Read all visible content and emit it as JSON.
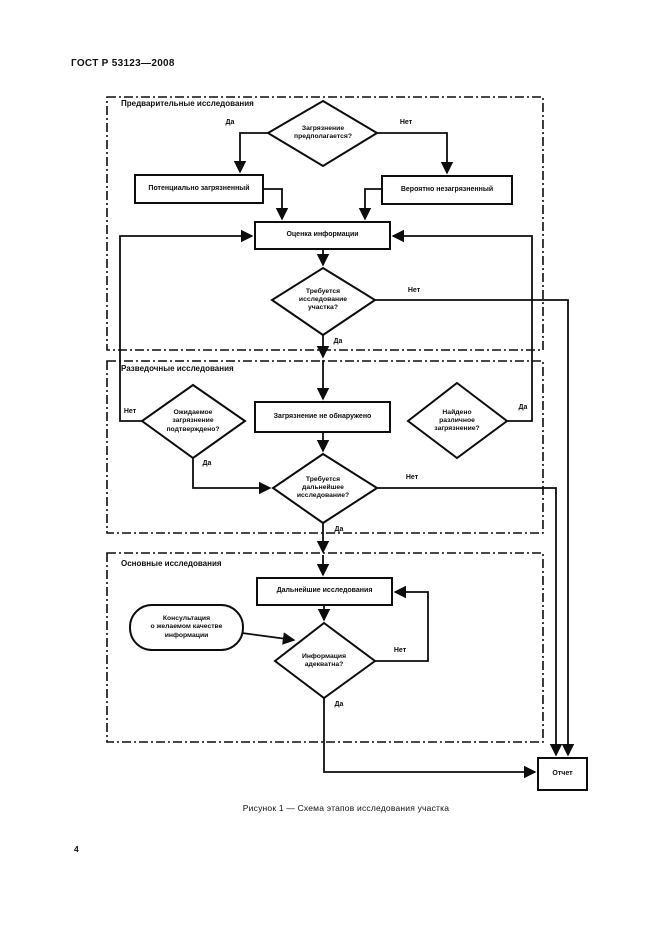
{
  "page": {
    "header": "ГОСТ Р 53123—2008",
    "caption": "Рисунок 1 — Схема этапов исследования участка",
    "page_number": "4"
  },
  "labels": {
    "yes": "Да",
    "no": "Нет"
  },
  "sections": [
    {
      "title": "Предварительные исследования"
    },
    {
      "title": "Разведочные исследования"
    },
    {
      "title": "Основные исследования"
    }
  ],
  "nodes": {
    "contamination_assumed": "Загрязнение\nпредполагается?",
    "potentially_contaminated": "Потенциально загрязненный",
    "probably_uncontaminated": "Вероятно незагрязненный",
    "info_evaluation": "Оценка информации",
    "site_investigation_required": "Требуется\nисследование\nучастка?",
    "expected_contamination_confirmed": "Ожидаемое\nзагрязнение\nподтверждено?",
    "contamination_not_found": "Загрязнение не обнаружено",
    "different_contamination_found": "Найдено\nразличное\nзагрязнение?",
    "further_investigation_required": "Требуется\nдальнейшее\nисследование?",
    "further_investigations": "Дальнейшие исследования",
    "consultation": "Консультация\nо желаемом качестве\nинформации",
    "information_adequate": "Информация\nадекватна?",
    "report": "Отчет"
  },
  "colors": {
    "ink": "#0d0d0d",
    "paper": "#ffffff"
  }
}
